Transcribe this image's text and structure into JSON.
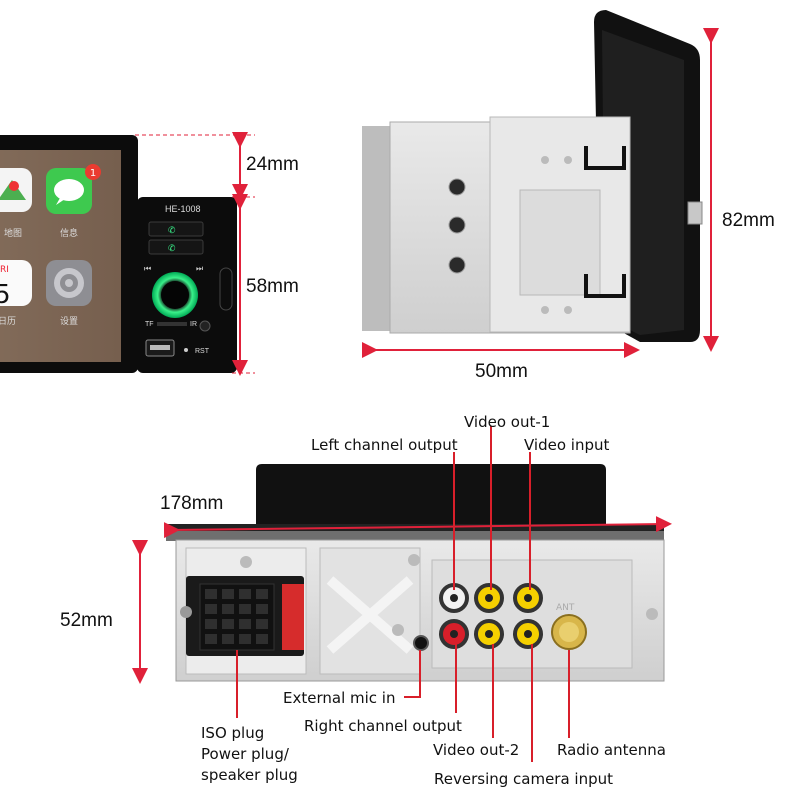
{
  "dimensions": {
    "front_top_height": "24mm",
    "front_body_height": "58mm",
    "side_height": "82mm",
    "side_depth": "50mm",
    "back_width": "178mm",
    "back_height": "52mm"
  },
  "device": {
    "model": "HE-1008",
    "screen_apps": [
      "地图",
      "信息",
      "日历",
      "设置"
    ],
    "calendar_day": "5",
    "calendar_weekday_fragment": "RI",
    "badge_count": "1",
    "button_labels": {
      "tf": "TF",
      "ir": "IR",
      "rst": "RST"
    }
  },
  "rear_labels": {
    "left_channel_output": "Left channel output",
    "video_out_1": "Video out-1",
    "video_input": "Video input",
    "external_mic_in": "External mic in",
    "right_channel_output": "Right channel output",
    "iso_plug": [
      "ISO plug",
      "Power plug/",
      "speaker plug"
    ],
    "video_out_2": "Video out-2",
    "reversing_camera_input": "Reversing camera input",
    "radio_antenna": "Radio antenna",
    "ant_label": "ANT"
  },
  "colors": {
    "dimension_line": "#e0213a",
    "leader_line": "#d81f2a",
    "rca_yellow": "#f5d000",
    "rca_red": "#d81f2a",
    "rca_white": "#f2f2f2",
    "antenna_gold": "#d8b64a",
    "iso_red": "#d62c2c"
  }
}
